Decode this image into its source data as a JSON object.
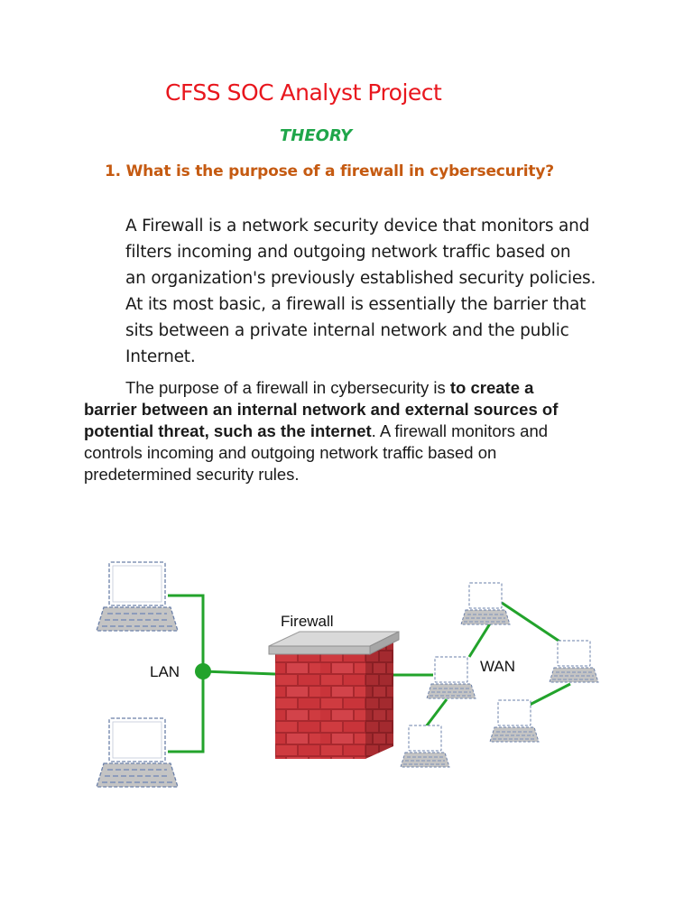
{
  "document": {
    "title": "CFSS SOC Analyst Project",
    "subtitle": "THEORY",
    "question": "1. What is the purpose of a firewall in cybersecurity?",
    "answer_lines": [
      "A Firewall is a network security device that monitors and",
      "filters incoming and outgoing network traffic based on",
      "an organization's previously established security policies.",
      "At its most basic, a firewall is essentially the barrier that",
      "sits between a private internal network and the public",
      "Internet."
    ],
    "purpose": {
      "line1_normal": "The purpose of a firewall in cybersecurity is ",
      "line1_bold": "to create a",
      "line2_bold": "barrier between an internal network and external sources of",
      "line3_bold": "potential threat, such as the internet",
      "line3_normal": ". A firewall monitors and",
      "line4": "controls incoming and outgoing network traffic based on",
      "line5": "predetermined security rules."
    }
  },
  "diagram": {
    "labels": {
      "firewall": "Firewall",
      "lan": "LAN",
      "wan": "WAN"
    },
    "colors": {
      "link": "#22a32b",
      "brick": "#c9343a",
      "brick_dark": "#9b2429",
      "cap": "#c8c8c8",
      "laptop_outline": "#6a7fa8"
    }
  }
}
